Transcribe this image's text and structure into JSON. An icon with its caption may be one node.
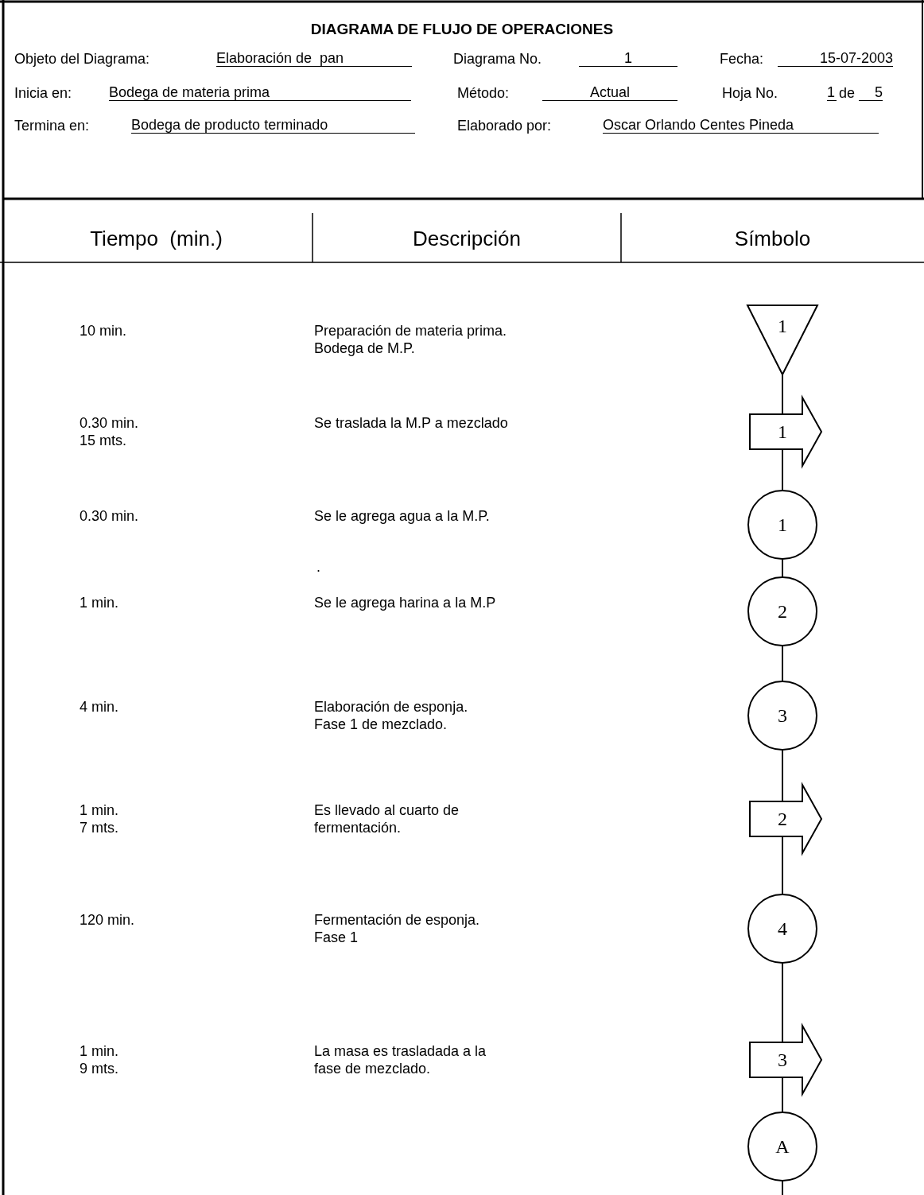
{
  "diagram": {
    "title": "DIAGRAMA DE FLUJO DE OPERACIONES",
    "nodes": [
      {
        "text": [
          "1"
        ]
      },
      {
        "text": [
          "1"
        ]
      },
      {
        "text": [
          "1"
        ]
      },
      {
        "text": [
          "2"
        ]
      },
      {
        "text": [
          "3"
        ]
      },
      {
        "text": [
          "2"
        ]
      },
      {
        "text": [
          "4"
        ]
      },
      {
        "text": [
          "3"
        ]
      },
      {
        "text": [
          "A"
        ]
      }
    ],
    "edges": [
      {
        "from": 0,
        "to": 1,
        "arrow": "none"
      },
      {
        "from": 1,
        "to": 2,
        "arrow": "none"
      },
      {
        "from": 2,
        "to": 3,
        "arrow": "none"
      },
      {
        "from": 3,
        "to": 4,
        "arrow": "none"
      },
      {
        "from": 4,
        "to": 5,
        "arrow": "none"
      },
      {
        "from": 5,
        "to": 6,
        "arrow": "none"
      },
      {
        "from": 6,
        "to": 7,
        "arrow": "none"
      },
      {
        "from": 7,
        "to": 8,
        "arrow": "none"
      },
      {
        "from": 8,
        "to": null,
        "arrow": "none"
      }
    ],
    "labels": [
      "Objeto del Diagrama:",
      "Elaboración de  pan",
      "Diagrama No.",
      "1",
      "Fecha:",
      "15-07-2003",
      "Inicia en:",
      "Bodega de materia prima",
      "Método:",
      "Actual",
      "Hoja No.",
      "1",
      "de",
      "5",
      "Termina en:",
      "Bodega de producto terminado",
      "Elaborado por:",
      "Oscar Orlando Centes Pineda",
      "Tiempo  (min.)",
      "Descripción",
      "Símbolo",
      "10 min.",
      "Preparación de materia prima. Bodega de M.P.",
      "0.30 min. 15 mts.",
      "Se traslada la M.P a mezclado",
      "0.30 min.",
      "Se le agrega agua a la M.P.",
      ".",
      "1 min.",
      "Se le agrega harina a la M.P",
      "4 min.",
      "Elaboración de esponja. Fase 1 de mezclado.",
      "1 min. 7 mts.",
      "Es llevado al cuarto de fermentación.",
      "120 min.",
      "Fermentación de esponja. Fase 1",
      "1 min. 9 mts.",
      "La masa es trasladada a la fase de mezclado."
    ]
  }
}
